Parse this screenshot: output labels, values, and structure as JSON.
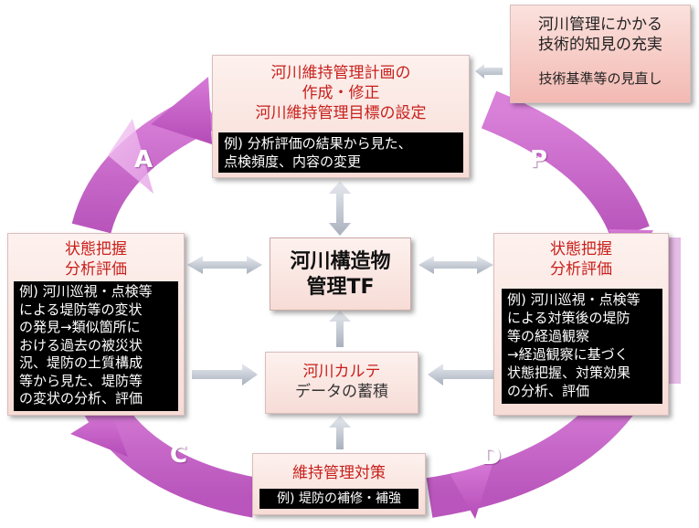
{
  "top_box": {
    "title_lines": [
      "河川維持管理計画の",
      "作成・修正",
      "河川維持管理目標の設定"
    ],
    "example_lines": [
      "例) 分析評価の結果から見た、",
      "点検頻度、内容の変更"
    ]
  },
  "knowledge_box": {
    "lines": [
      "河川管理にかかる",
      "技術的知見の充実"
    ],
    "sub": "技術基準等の見直し"
  },
  "left_box": {
    "title_lines": [
      "状態把握",
      "分析評価"
    ],
    "example_lines": [
      "例) 河川巡視・点検等",
      "による堤防等の変状",
      "の発見→類似箇所に",
      "おける過去の被災状",
      "況、堤防の土質構成",
      "等から見た、堤防等",
      "の変状の分析、評価"
    ]
  },
  "right_box": {
    "title_lines": [
      "状態把握",
      "分析評価"
    ],
    "example_lines": [
      "例) 河川巡視・点検等",
      "による対策後の堤防",
      "等の経過観察",
      "→経過観察に基づく",
      "状態把握、対策効果",
      "の分析、評価"
    ]
  },
  "center_box": {
    "lines": [
      "河川構造物",
      "管理TF"
    ]
  },
  "karte_box": {
    "lines": [
      "河川カルテ",
      "データの蓄積"
    ]
  },
  "bottom_box": {
    "title": "維持管理対策",
    "example": "例) 堤防の補修・補強"
  },
  "phases": {
    "a": "A",
    "p": "P",
    "c": "C",
    "d": "D"
  },
  "colors": {
    "title_red": "#c8201c",
    "cycle_purple": "#cc66cc",
    "connector_gray": "#b8bec9"
  }
}
